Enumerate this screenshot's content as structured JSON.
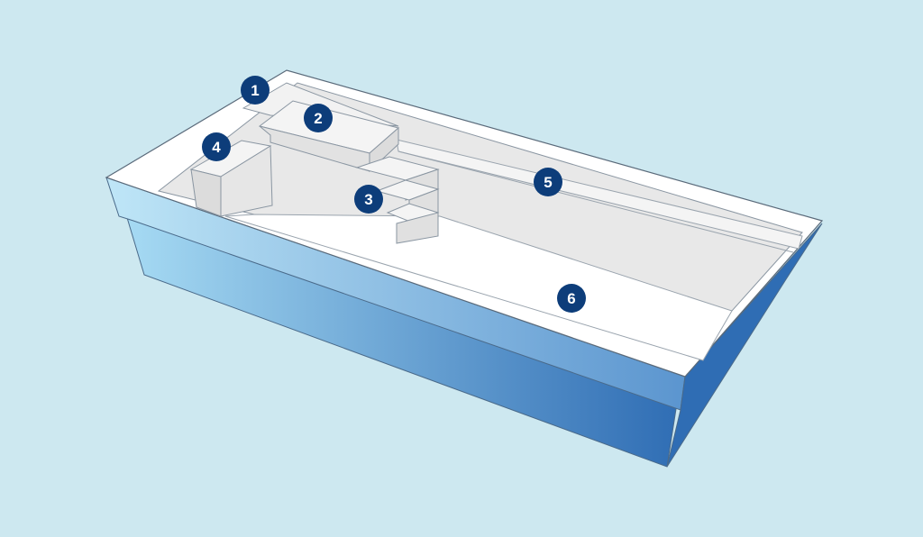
{
  "diagram": {
    "colors": {
      "background": "#cde8f0",
      "shell_light": "#a6dbf3",
      "shell_dark": "#2f6fb5",
      "interior": "#e8e8e8",
      "floor": "#ffffff",
      "outline": "#5a6a7a",
      "marker_fill": "#0d3d7a",
      "marker_text": "#ffffff"
    },
    "markers": [
      {
        "label": "1"
      },
      {
        "label": "2"
      },
      {
        "label": "3"
      },
      {
        "label": "4"
      },
      {
        "label": "5"
      },
      {
        "label": "6"
      }
    ]
  }
}
